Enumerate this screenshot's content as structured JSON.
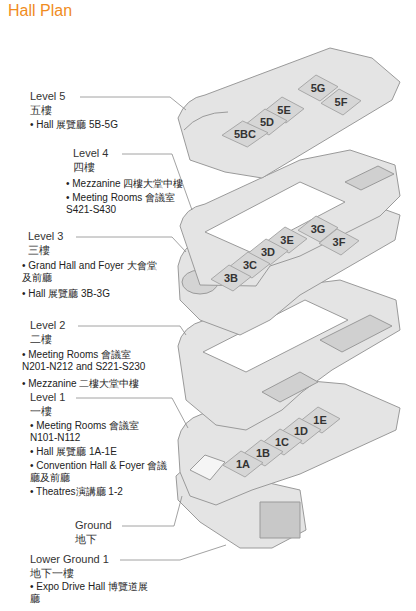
{
  "diagram": {
    "title": "Hall Plan",
    "nodes": [
      {
        "text": [
          "5G"
        ]
      },
      {
        "text": [
          "5F"
        ]
      },
      {
        "text": [
          "5E"
        ]
      },
      {
        "text": [
          "5D"
        ]
      },
      {
        "text": [
          "5BC"
        ]
      },
      {
        "text": [
          "3G"
        ]
      },
      {
        "text": [
          "3F"
        ]
      },
      {
        "text": [
          "3E"
        ]
      },
      {
        "text": [
          "3D"
        ]
      },
      {
        "text": [
          "3C"
        ]
      },
      {
        "text": [
          "3B"
        ]
      },
      {
        "text": [
          "1E"
        ]
      },
      {
        "text": [
          "1D"
        ]
      },
      {
        "text": [
          "1C"
        ]
      },
      {
        "text": [
          "1B"
        ]
      },
      {
        "text": [
          "1A"
        ]
      }
    ],
    "labels": [
      "Level 5",
      "五樓",
      "• Hall 展覽廳 5B-5G",
      "Level 4",
      "四樓",
      "• Mezzanine 四樓大堂中樓",
      "• Meeting Rooms 會議室 S421-S430",
      "Level 3",
      "三樓",
      "• Grand Hall and Foyer 大會堂及前廳",
      "• Hall 展覽廳 3B-3G",
      "Level 2",
      "二樓",
      "• Meeting Rooms 會議室 N201-N212 and S221-S230",
      "• Mezzanine 二樓大堂中樓",
      "Level 1",
      "一樓",
      "• Meeting Rooms 會議室 N101-N112",
      "• Hall 展覽廳 1A-1E",
      "• Convention Hall & Foyer 會議廳及前廳",
      "• Theatres演講廳 1-2",
      "Ground",
      "地下",
      "Lower Ground 1",
      "地下一樓",
      "• Expo Drive Hall 博覽道展廳"
    ]
  }
}
